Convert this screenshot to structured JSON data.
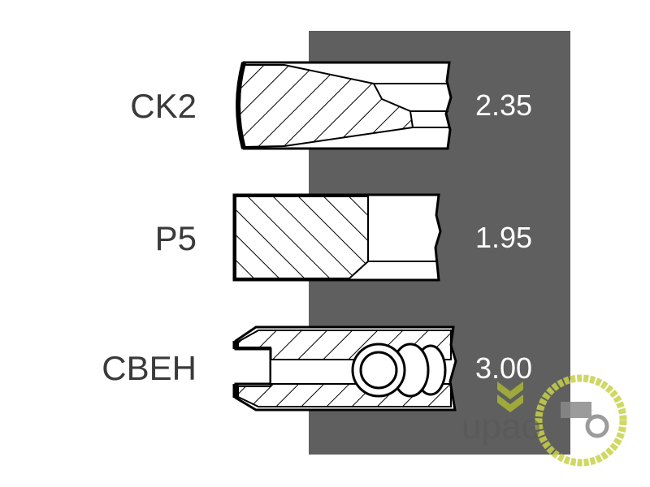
{
  "title": "Piston ring set cross-sections",
  "rings": [
    {
      "name": "CK2",
      "thickness": "2.35"
    },
    {
      "name": "P5",
      "thickness": "1.95"
    },
    {
      "name": "CBEH",
      "thickness": "3.00"
    }
  ],
  "watermark": {
    "text": "upao"
  },
  "colors": {
    "panel": "#5f5f5f",
    "watermark": "#c8d24a",
    "outline": "#000000"
  }
}
